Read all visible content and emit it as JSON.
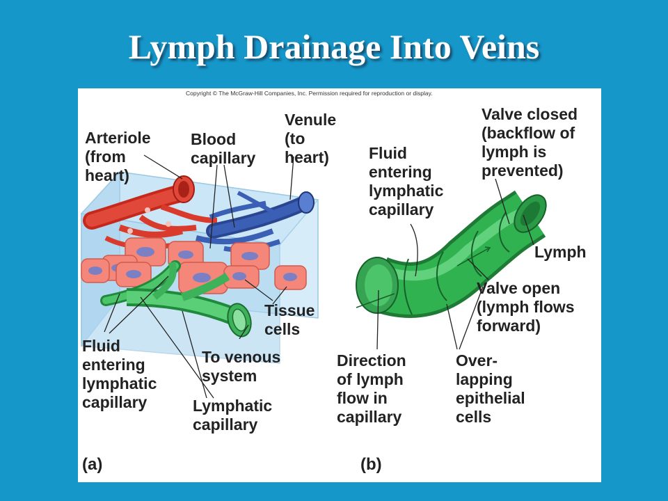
{
  "slide": {
    "title": "Lymph Drainage Into Veins"
  },
  "figure": {
    "copyright": "Copyright © The McGraw-Hill Companies, Inc. Permission required for reproduction or display.",
    "panel_a": {
      "tag": "(a)",
      "labels": {
        "arteriole": "Arteriole\n(from\nheart)",
        "blood_capillary": "Blood\ncapillary",
        "venule": "Venule\n(to\nheart)",
        "tissue_cells": "Tissue\ncells",
        "fluid_entering": "Fluid\nentering\nlymphatic\ncapillary",
        "to_venous": "To venous\nsystem",
        "lymphatic_capillary": "Lymphatic\ncapillary"
      }
    },
    "panel_b": {
      "tag": "(b)",
      "labels": {
        "fluid_entering": "Fluid\nentering\nlymphatic\ncapillary",
        "valve_closed": "Valve closed\n(backflow of\nlymph is\nprevented)",
        "lymph": "Lymph",
        "valve_open": "Valve open\n(lymph flows\nforward)",
        "direction": "Direction\nof lymph\nflow in\ncapillary",
        "overlapping": "Over-\nlapping\nepithelial\ncells"
      }
    },
    "colors": {
      "arteriole": "#d93a2b",
      "venule": "#3a5fb5",
      "lymphatic": "#2fb24f",
      "tissue_cell": "#f4877a",
      "nucleus": "#7b7fc4",
      "tissue_block": "#bfe0f4"
    }
  }
}
